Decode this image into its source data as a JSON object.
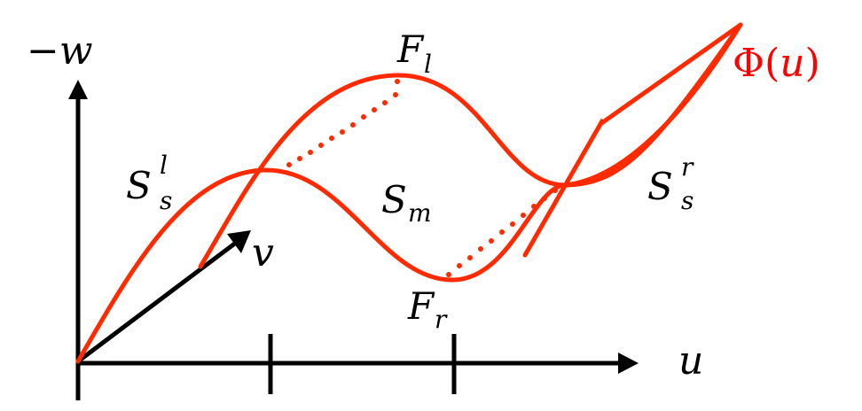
{
  "colors": {
    "curve": "#ff2a00",
    "axis": "#000000",
    "phi_label": "#ff0000"
  },
  "labels": {
    "y_axis": {
      "minus": "−",
      "var": "w"
    },
    "x_axis": "u",
    "vector": "v",
    "s_left": {
      "base": "S",
      "sup": "l",
      "sub": "s"
    },
    "s_middle": {
      "base": "S",
      "sub": "m"
    },
    "s_right": {
      "base": "S",
      "sup": "r",
      "sub": "s"
    },
    "f_left": {
      "base": "F",
      "sub": "l"
    },
    "f_right": {
      "base": "F",
      "sub": "r"
    },
    "phi": {
      "symbol": "Φ",
      "open": "(",
      "arg": "u",
      "close": ")"
    }
  }
}
